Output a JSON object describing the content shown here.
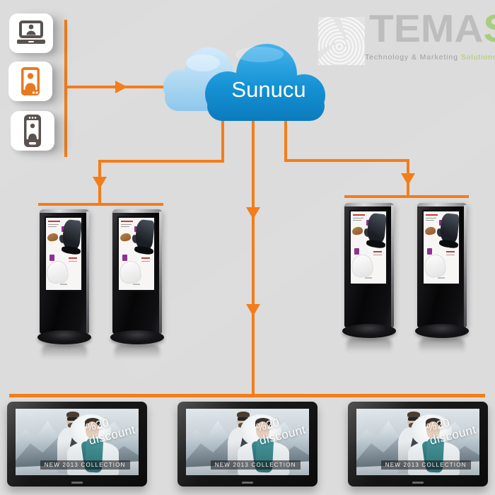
{
  "canvas": {
    "background": "#dcdcdc",
    "accent_orange": "#f47d1a"
  },
  "brand": {
    "name_prefix": "TEMA",
    "name_suffix": "S",
    "tagline_main": "Technology & Marketing ",
    "tagline_accent": "Solutions",
    "text_gray": "#bdbdbd",
    "accent_green": "#a9cd7f",
    "mark": "fingerprint-icon"
  },
  "cloud": {
    "label": "Sunucu",
    "front_color_top": "#41b1e9",
    "front_color_bottom": "#0c7fc1",
    "back_color": "#a8d4f0"
  },
  "sources": {
    "items": [
      {
        "icon": "laptop-user-icon",
        "color": "#59524f"
      },
      {
        "icon": "tablet-user-icon",
        "color": "#e87a1e"
      },
      {
        "icon": "smartphone-user-icon",
        "color": "#59524f"
      }
    ]
  },
  "displays": {
    "kiosks": {
      "count": 4,
      "screen_content": "shoe-collection-ad"
    },
    "tvs": {
      "count": 3,
      "ad": {
        "discount_percent": "%20",
        "discount_word": "discount",
        "caption": "NEW 2013 COLLECTION"
      }
    }
  },
  "connectors": {
    "color": "#f47d1a"
  }
}
